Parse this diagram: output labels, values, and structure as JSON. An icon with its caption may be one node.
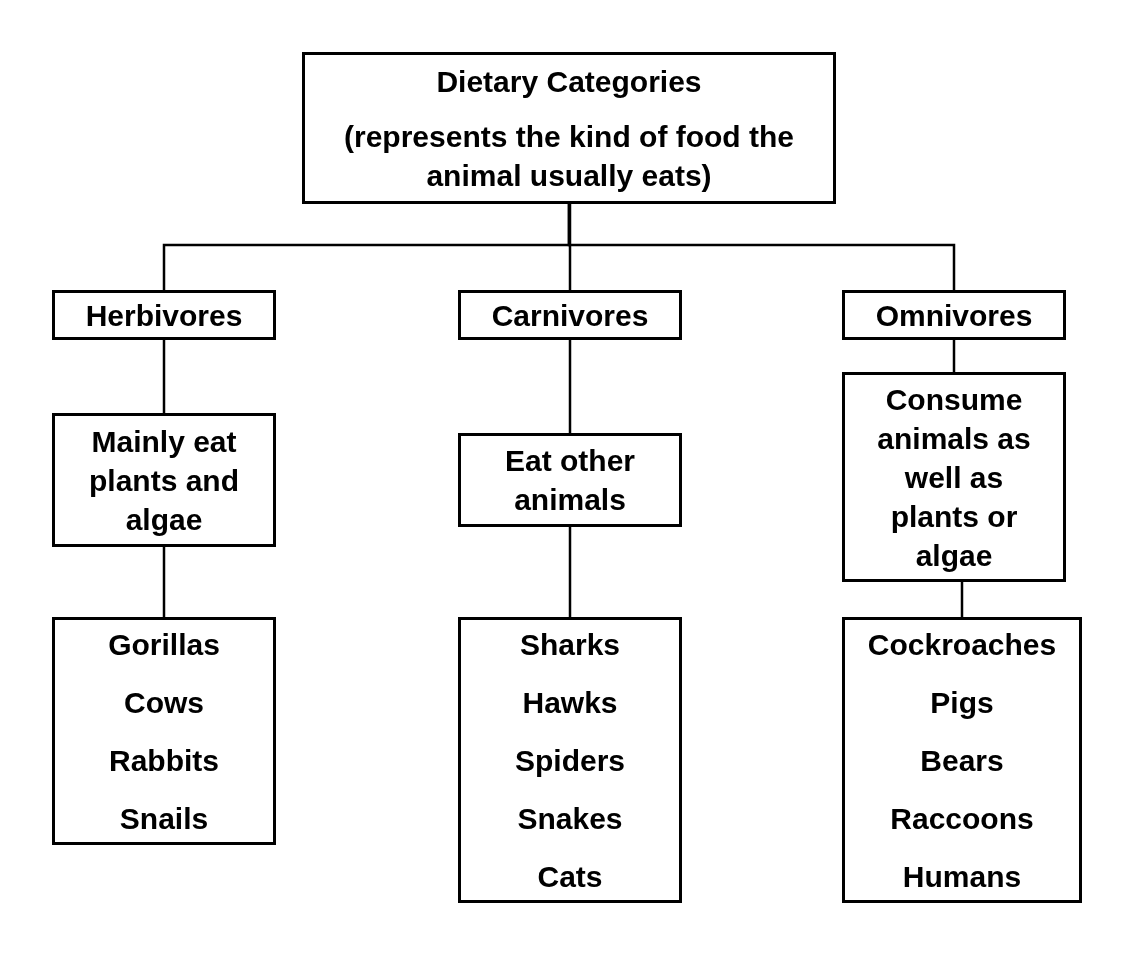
{
  "diagram": {
    "nodes": [
      {
        "text": [
          "Dietary Categories",
          "(represents the kind of food the animal usually eats)"
        ]
      },
      {
        "text": [
          "Herbivores"
        ]
      },
      {
        "text": [
          "Carnivores"
        ]
      },
      {
        "text": [
          "Omnivores"
        ]
      },
      {
        "text": [
          "Mainly eat plants and algae"
        ]
      },
      {
        "text": [
          "Eat other animals"
        ]
      },
      {
        "text": [
          "Consume animals as well as plants or algae"
        ]
      },
      {
        "text": [
          "Gorillas",
          "Cows",
          "Rabbits",
          "Snails"
        ]
      },
      {
        "text": [
          "Sharks",
          "Hawks",
          "Spiders",
          "Snakes",
          "Cats"
        ]
      },
      {
        "text": [
          "Cockroaches",
          "Pigs",
          "Bears",
          "Raccoons",
          "Humans"
        ]
      }
    ],
    "edges": [
      {
        "from": 0,
        "to": 1,
        "arrow": "none"
      },
      {
        "from": 0,
        "to": 2,
        "arrow": "none"
      },
      {
        "from": 0,
        "to": 3,
        "arrow": "none"
      },
      {
        "from": 1,
        "to": 4,
        "arrow": "none"
      },
      {
        "from": 2,
        "to": 5,
        "arrow": "none"
      },
      {
        "from": 3,
        "to": 6,
        "arrow": "none"
      },
      {
        "from": 4,
        "to": 7,
        "arrow": "none"
      },
      {
        "from": 5,
        "to": 8,
        "arrow": "none"
      },
      {
        "from": 6,
        "to": 9,
        "arrow": "none"
      }
    ]
  }
}
